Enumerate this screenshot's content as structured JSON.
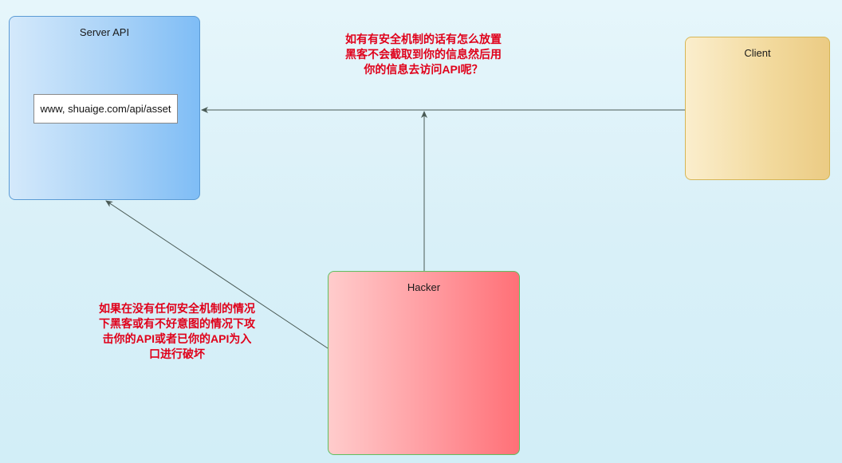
{
  "nodes": {
    "server": {
      "title": "Server API",
      "url": "www, shuaige.com/api/asset"
    },
    "client": {
      "title": "Client"
    },
    "hacker": {
      "title": "Hacker"
    }
  },
  "notes": {
    "top": "如有有安全机制的话有怎么放置黑客不会截取到你的信息然后用你的信息去访问API呢？",
    "left": "如果在没有任何安全机制的情况下黑客或有不好意图的情况下攻击你的API或者已你的API为入口进行破坏"
  },
  "colors": {
    "note_text": "#e0001a",
    "edge": "#4a5a55",
    "server_border": "#5b9bd5",
    "client_border": "#d6b656",
    "hacker_border": "#5fbf5f"
  }
}
